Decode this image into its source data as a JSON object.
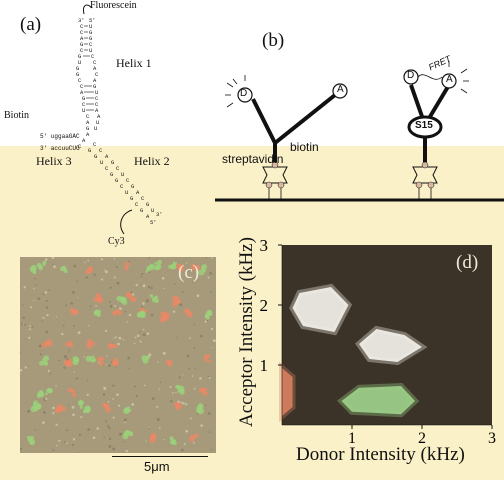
{
  "panel_labels": {
    "a": "(a)",
    "b": "(b)",
    "c": "(c)",
    "d": "(d)"
  },
  "panel_a": {
    "fluorescein": "Fluorescein",
    "biotin": "Biotin",
    "cy3": "Cy3",
    "helix1": "Helix 1",
    "helix2": "Helix 2",
    "helix3": "Helix 3",
    "strand_top": "5' uggaaGAC",
    "strand_bottom": "3' accuuCUG"
  },
  "panel_b": {
    "donor": "D",
    "acceptor": "A",
    "protein": "S15",
    "fret": "FRET",
    "streptavidin": "streptavidin",
    "biotin": "biotin"
  },
  "panel_c": {
    "scale_bar": "5μm"
  },
  "chart_data": {
    "type": "heatmap",
    "title": "",
    "xlabel": "Donor Intensity (kHz)",
    "ylabel": "Acceptor Intensity (kHz)",
    "xlim": [
      0,
      3
    ],
    "ylim": [
      0,
      3
    ],
    "x_ticks": [
      "1",
      "2",
      "3"
    ],
    "y_ticks": [
      "1",
      "2",
      "3"
    ],
    "background_color": "#3b3327",
    "clusters": [
      {
        "x": 0.55,
        "y": 1.95,
        "color": "#f4f0ea"
      },
      {
        "x": 1.45,
        "y": 1.3,
        "color": "#f4f0ea"
      },
      {
        "x": 1.3,
        "y": 0.4,
        "color": "#9ed08a"
      },
      {
        "x": 0.05,
        "y": 0.6,
        "color": "#d88060"
      }
    ]
  },
  "colors": {
    "background_band": "#fbf1c8",
    "panel_c_background": "#a69a7a",
    "green_spot": "#9bd07a",
    "red_spot": "#e88866"
  }
}
